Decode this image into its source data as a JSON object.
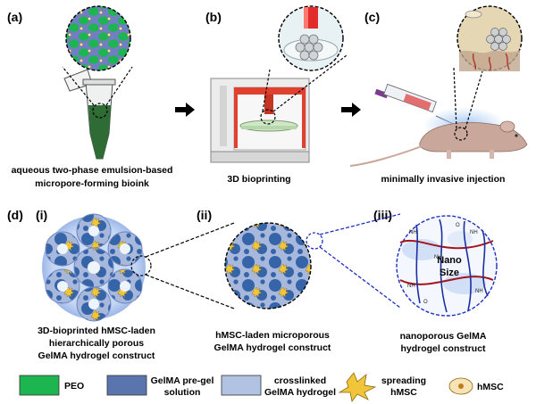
{
  "panels": {
    "a": {
      "label": "(a)",
      "caption_line1": "aqueous two-phase emulsion-based",
      "caption_line2": "micropore-forming bioink"
    },
    "b": {
      "label": "(b)",
      "caption": "3D bioprinting"
    },
    "c": {
      "label": "(c)",
      "caption": "minimally  invasive injection"
    },
    "d": {
      "label": "(d)",
      "i": {
        "label": "(i)",
        "caption_line1": "3D-bioprinted  hMSC-laden",
        "caption_line2": "hierarchically  porous",
        "caption_line3": "GelMA hydrogel construct"
      },
      "ii": {
        "label": "(ii)",
        "caption_line1": "hMSC-laden microporous",
        "caption_line2": "GelMA hydrogel construct"
      },
      "iii": {
        "label": "(iii)",
        "caption_line1": "nanoporous  GelMA",
        "caption_line2": "hydrogel construct",
        "inset_line1": "Nano",
        "inset_line2": "Size"
      }
    }
  },
  "chem": {
    "nh": "NH",
    "o": "O"
  },
  "legend": {
    "peo": {
      "label": "PEO",
      "color": "#1db54f"
    },
    "pregel": {
      "label_line1": "GelMA pre-gel",
      "label_line2": "solution",
      "color": "#5a74ad"
    },
    "crosslinked": {
      "label_line1": "crosslinked",
      "label_line2": "GelMA hydrogel",
      "color": "#b1c2e2"
    },
    "spreading": {
      "label_line1": "spreading",
      "label_line2": "hMSC",
      "color": "#f0c53a"
    },
    "hmsc": {
      "label": "hMSC",
      "color": "#f7e3b5"
    }
  }
}
